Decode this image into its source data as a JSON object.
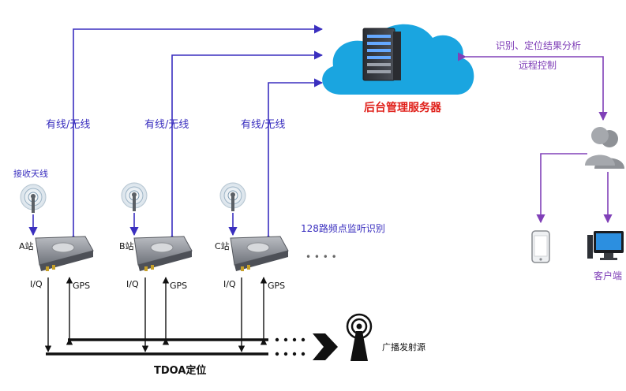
{
  "server": {
    "label": "后台管理服务器"
  },
  "analysis": {
    "line1": "识别、定位结果分析",
    "line2": "远程控制"
  },
  "link_label": "有线/无线",
  "antenna_label": "接收天线",
  "stations": [
    {
      "label": "A站",
      "iq": "I/Q",
      "gps": "GPS"
    },
    {
      "label": "B站",
      "iq": "I/Q",
      "gps": "GPS"
    },
    {
      "label": "C站",
      "iq": "I/Q",
      "gps": "GPS"
    }
  ],
  "monitor_label": "128路频点监听识别",
  "more_dots": "• • • •",
  "client_label": "客户端",
  "broadcast_label": "广播发射源",
  "tdoa_label": "TDOA定位",
  "colors": {
    "blue_line": "#3a2fbf",
    "purple_line": "#8040b8",
    "server_text": "#e0201a",
    "cloud": "#1aa5e0",
    "device_gray": "#7c8088"
  }
}
